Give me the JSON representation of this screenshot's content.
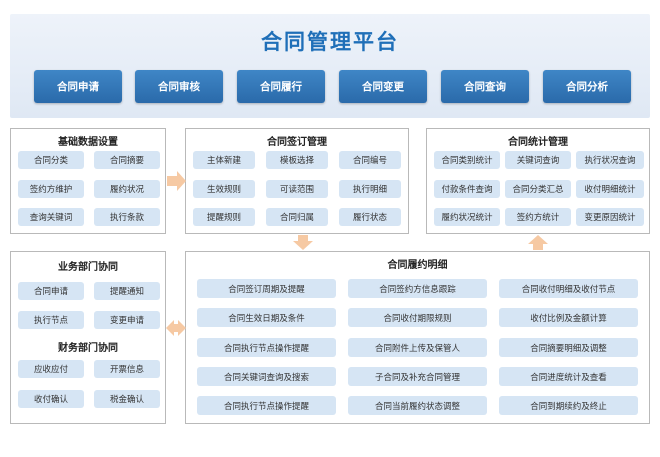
{
  "header": {
    "title": "合同管理平台",
    "modules": [
      "合同申请",
      "合同审核",
      "合同履行",
      "合同变更",
      "合同查询",
      "合同分析"
    ]
  },
  "basic_data": {
    "title": "基础数据设置",
    "items": [
      "合同分类",
      "合同摘要",
      "签约方维护",
      "履约状况",
      "查询关键词",
      "执行条款"
    ]
  },
  "signing": {
    "title": "合同签订管理",
    "items": [
      "主体新建",
      "模板选择",
      "合同编号",
      "生效规则",
      "可读范围",
      "执行明细",
      "提醒规则",
      "合同归属",
      "履行状态"
    ]
  },
  "stats": {
    "title": "合同统计管理",
    "items": [
      "合同类别统计",
      "关键词查询",
      "执行状况查询",
      "付款条件查询",
      "合同分类汇总",
      "收付明细统计",
      "履约状况统计",
      "签约方统计",
      "变更原因统计"
    ]
  },
  "biz_dept": {
    "title": "业务部门协同",
    "items": [
      "合同申请",
      "提醒通知",
      "执行节点",
      "变更申请"
    ]
  },
  "fin_dept": {
    "title": "财务部门协同",
    "items": [
      "应收应付",
      "开票信息",
      "收付确认",
      "税金确认"
    ]
  },
  "fulfillment": {
    "title": "合同履约明细",
    "items": [
      "合同签订周期及提醒",
      "合同签约方信息跟踪",
      "合同收付明细及收付节点",
      "合同生效日期及条件",
      "合同收付期限规则",
      "收付比例及金额计算",
      "合同执行节点操作提醒",
      "合同附件上传及保管人",
      "合同摘要明细及调整",
      "合同关键词查询及搜索",
      "子合同及补充合同管理",
      "合同进度统计及查看",
      "合同执行节点操作提醒",
      "合同当前履约状态调整",
      "合同到期续约及终止"
    ]
  },
  "colors": {
    "title": "#1f6fb8",
    "module_bg": "#2f74b6",
    "pill_bg": "#d6e5f4",
    "arrow": "#f6c9a3"
  }
}
